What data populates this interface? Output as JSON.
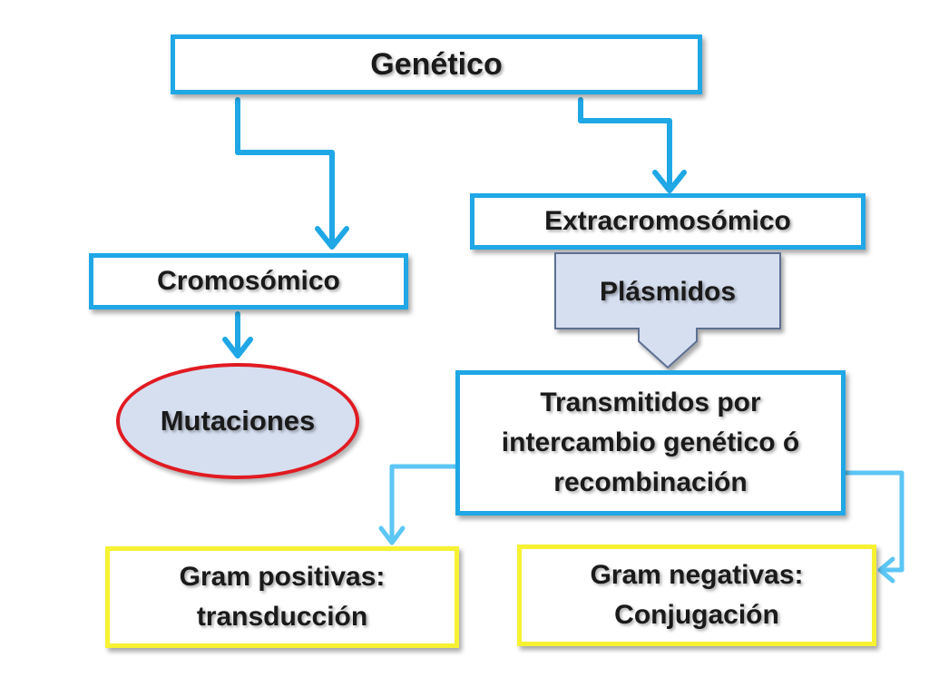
{
  "diagram": {
    "title": "Genético",
    "extracromosomico": "Extracromosómico",
    "cromosomico": "Cromosómico",
    "plasmidos": "Plásmidos",
    "mutaciones": "Mutaciones",
    "transmitidos": {
      "line1": "Transmitidos por",
      "line2": "intercambio genético ó",
      "line3": "recombinación"
    },
    "gram_positivas": {
      "line1": "Gram positivas:",
      "line2": "transducción"
    },
    "gram_negativas": {
      "line1": "Gram negativas:",
      "line2": "Conjugación"
    }
  },
  "colors": {
    "box_border_blue": "#1fa7e6",
    "box_border_yellow": "#f6f232",
    "connector_blue": "#1fa7e6",
    "connector_light_blue": "#5cc6f5",
    "ellipse_border": "#e11b22",
    "ellipse_fill": "#d6dff0",
    "plasmidos_fill": "#d6dff0"
  }
}
